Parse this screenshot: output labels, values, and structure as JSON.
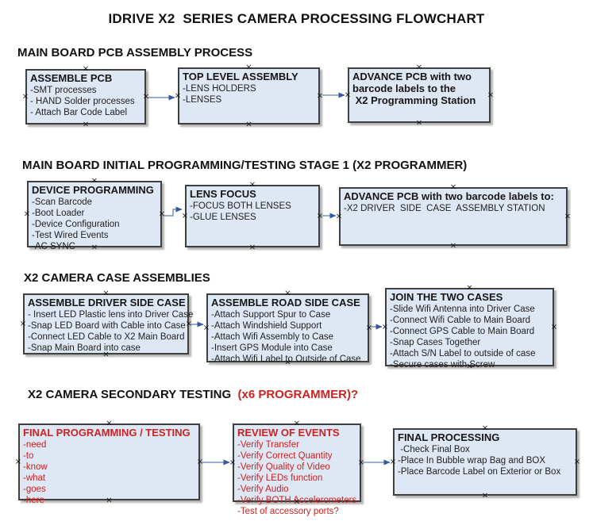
{
  "title": "IDRIVE X2  SERIES CAMERA PROCESSING FLOWCHART",
  "colors": {
    "box_fill": "#dee7f4",
    "box_border": "#3f3f3f",
    "accent_red": "#cc2222",
    "arrow_line": "#8ba3c7",
    "arrow_head": "#3558a0",
    "text": "#1a1a1a"
  },
  "sections": [
    {
      "heading": "MAIN BOARD PCB ASSEMBLY PROCESS",
      "boxes": [
        {
          "title": "ASSEMBLE PCB",
          "lines": [
            "-SMT processes",
            "- HAND Solder processes",
            "- Attach Bar Code Label"
          ]
        },
        {
          "title": "TOP LEVEL ASSEMBLY",
          "lines": [
            "-LENS HOLDERS",
            "-LENSES"
          ]
        },
        {
          "title": "",
          "lines": [
            "ADVANCE PCB with two",
            "barcode labels to the",
            " X2 Programming Station"
          ]
        }
      ]
    },
    {
      "heading": "MAIN BOARD INITIAL PROGRAMMING/TESTING STAGE 1 (X2 PROGRAMMER)",
      "boxes": [
        {
          "title": "DEVICE PROGRAMMING",
          "lines": [
            "-Scan Barcode",
            "-Boot Loader",
            "-Device Configuration",
            "-Test Wired Events",
            "-AC SYNC"
          ]
        },
        {
          "title": "LENS FOCUS",
          "lines": [
            "-FOCUS BOTH LENSES",
            "-GLUE LENSES"
          ]
        },
        {
          "title": "ADVANCE PCB with two barcode labels to:",
          "lines": [
            "-X2 DRIVER  SIDE  CASE  ASSEMBLY STATION"
          ]
        }
      ]
    },
    {
      "heading": "X2 CAMERA CASE ASSEMBLIES",
      "boxes": [
        {
          "title": "ASSEMBLE DRIVER SIDE CASE",
          "lines": [
            "- Insert LED Plastic lens into Driver Case",
            "-Snap LED Board with Cable into Case",
            "-Connect LED Cable to X2 Main Board",
            "-Snap Main Board into case"
          ]
        },
        {
          "title": "ASSEMBLE ROAD SIDE CASE",
          "lines": [
            "-Attach Support Spur to Case",
            "-Attach Windshield Support",
            "-Attach Wifi Assembly to Case",
            "-Insert GPS Module into Case",
            "-Attach Wifi Label to Outside of Case"
          ]
        },
        {
          "title": "JOIN THE TWO CASES",
          "lines": [
            "-Slide Wifi Antenna into Driver Case",
            "-Connect Wifi Cable to Main Board",
            "-Connect GPS Cable to Main Board",
            "-Snap Cases Together",
            "-Attach S/N Label to outside of case",
            "-Secure cases with Screw"
          ]
        }
      ]
    },
    {
      "heading": "X2 CAMERA SECONDARY TESTING",
      "heading_red": "  (x6 PROGRAMMER)?",
      "boxes": [
        {
          "title": "FINAL PROGRAMMING / TESTING",
          "lines": [
            "-need",
            "-to",
            "-know",
            "-what",
            "-goes",
            "-here"
          ]
        },
        {
          "title": "REVIEW OF EVENTS",
          "lines": [
            "-Verify Transfer",
            "-Verify Correct Quantity",
            "-Verify Quality of Video",
            "-Verify LEDs function",
            "-Verify Audio",
            "-Verify BOTH Accelerometers",
            "-Test of accessory ports?"
          ]
        },
        {
          "title": "FINAL PROCESSING",
          "lines": [
            " -Check Final Box",
            "-Place In Bubble wrap Bag and BOX",
            "-Place Barcode Label on Exterior or Box"
          ]
        }
      ]
    }
  ]
}
